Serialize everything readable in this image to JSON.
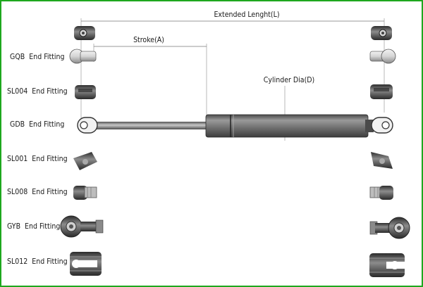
{
  "dimensions": {
    "extended_length": "Extended Lenght(L)",
    "stroke": "Stroke(A)",
    "cylinder_dia": "Cylinder Dia(D)"
  },
  "fittings": [
    {
      "code": "GQB",
      "suffix": "End Fitting"
    },
    {
      "code": "SL004",
      "suffix": "End Fitting"
    },
    {
      "code": "GDB",
      "suffix": "End Fitting"
    },
    {
      "code": "SL001",
      "suffix": "End Fitting"
    },
    {
      "code": "SL008",
      "suffix": "End Fitting"
    },
    {
      "code": "GYB",
      "suffix": "End Fitting"
    },
    {
      "code": "SL012",
      "suffix": "End Fitting"
    }
  ],
  "colors": {
    "border": "#1ea81e",
    "metal_dark": "#3a3a3a",
    "metal_mid": "#6b6b6b",
    "metal_light": "#bdbdbd"
  }
}
